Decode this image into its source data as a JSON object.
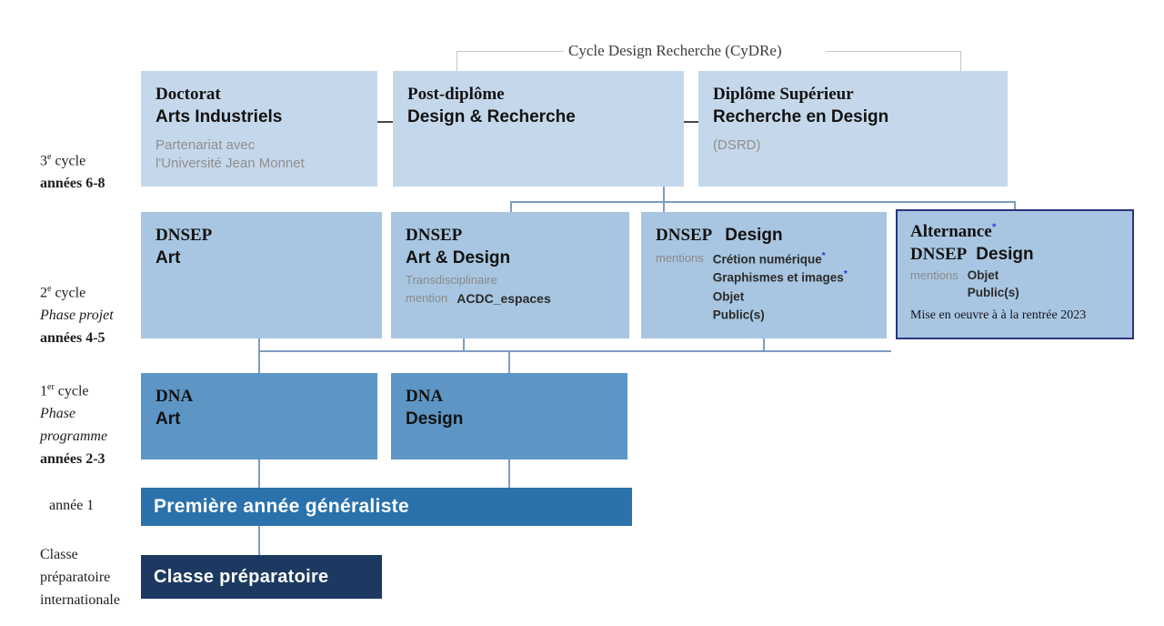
{
  "colors": {
    "row_top_bg": "#c5d8eb",
    "row_dnsep_bg": "#a8c6e1",
    "row_dna_bg": "#5d95c5",
    "annee1_bg": "#2b72ac",
    "prepa_bg": "#1c3a61",
    "alternance_border": "#2a3580",
    "connector_blue": "#7d9cc2",
    "bracket_gray": "#c6c6c6",
    "accent_star": "#2433cc",
    "muted_text": "#8e8e8e"
  },
  "header": {
    "bracket_label": "Cycle Design Recherche (CyDRe)"
  },
  "side_labels": {
    "cycle3": {
      "num": "3",
      "sup": "e",
      "rest": " cycle",
      "years": "années 6-8"
    },
    "cycle2": {
      "num": "2",
      "sup": "e",
      "rest": " cycle",
      "phase": "Phase projet",
      "years": "années 4-5"
    },
    "cycle1": {
      "num": "1",
      "sup": "er",
      "rest": " cycle",
      "phase1": "Phase",
      "phase2": "programme",
      "years": "années 2-3"
    },
    "annee1": {
      "label": "année 1"
    },
    "prepa": {
      "line1": "Classe",
      "line2": "préparatoire",
      "line3": "internationale"
    }
  },
  "boxes": {
    "doctorat": {
      "title_serif": "Doctorat",
      "title_sans": "Arts Industriels",
      "sub1": "Partenariat avec",
      "sub2": "l'Université Jean Monnet"
    },
    "postdiplome": {
      "title_serif": "Post-diplôme",
      "title_sans": "Design & Recherche"
    },
    "dsrd": {
      "title_serif": "Diplôme Supérieur",
      "title_sans": "Recherche en Design",
      "sub": "(DSRD)"
    },
    "dnsep_art": {
      "title_serif": "DNSEP",
      "title_sans": "Art"
    },
    "dnsep_art_design": {
      "title_serif": "DNSEP",
      "title_sans": "Art & Design",
      "sub": "Transdisciplinaire",
      "mention_label": "mention",
      "mention_value": "ACDC_espaces"
    },
    "dnsep_design": {
      "title_serif": "DNSEP",
      "title_sans": "Design",
      "mentions_label": "mentions",
      "mentions": [
        {
          "text": "Crétion numérique",
          "star": "*"
        },
        {
          "text": "Graphismes et images",
          "star": "*"
        },
        {
          "text": "Objet",
          "star": ""
        },
        {
          "text": "Public(s)",
          "star": ""
        }
      ]
    },
    "alternance": {
      "title_serif": "Alternance",
      "title_star": "*",
      "line2_serif": "DNSEP",
      "line2_sans": "Design",
      "mentions_label": "mentions",
      "mentions": [
        {
          "text": "Objet",
          "star": ""
        },
        {
          "text": "Public(s)",
          "star": ""
        }
      ],
      "note": "Mise en oeuvre à à la rentrée 2023"
    },
    "dna_art": {
      "title_serif": "DNA",
      "title_sans": "Art"
    },
    "dna_design": {
      "title_serif": "DNA",
      "title_sans": "Design"
    },
    "annee1": {
      "label": "Première année généraliste"
    },
    "prepa": {
      "label": "Classe préparatoire"
    }
  }
}
